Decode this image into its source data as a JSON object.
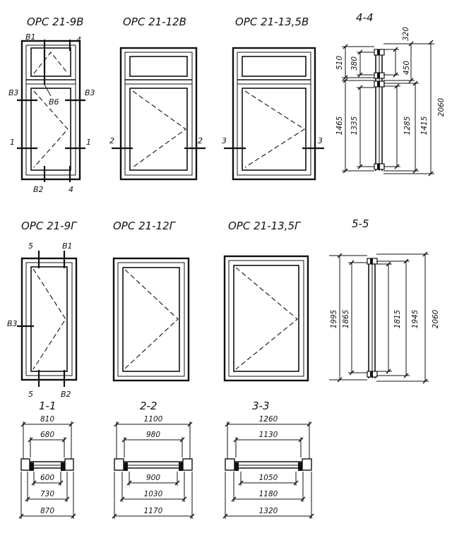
{
  "titles": {
    "w9v": "ОРС 21-9В",
    "w12v": "ОРС 21-12В",
    "w135v": "ОРС 21-13,5В",
    "s44": "4-4",
    "w9g": "ОРС 21-9Г",
    "w12g": "ОРС 21-12Г",
    "w135g": "ОРС 21-13,5Г",
    "s55": "5-5",
    "s11": "1-1",
    "s22": "2-2",
    "s33": "3-3"
  },
  "marks": {
    "w9v": {
      "b1": "В1",
      "n4a": "4",
      "b3l": "В3",
      "b3r": "В3",
      "b6": "В6",
      "n1l": "1",
      "n1r": "1",
      "b2": "В2",
      "n4b": "4"
    },
    "w12v": {
      "l": "2",
      "r": "2"
    },
    "w135v": {
      "l": "3",
      "r": "3"
    },
    "w9g": {
      "n5a": "5",
      "b1": "В1",
      "b3": "В3",
      "n5b": "5",
      "b2": "В2"
    }
  },
  "dims": {
    "s44": {
      "d510": "510",
      "d380": "380",
      "d320": "320",
      "d450": "450",
      "d1465": "1465",
      "d1335": "1335",
      "d1285": "1285",
      "d1415": "1415",
      "d2060": "2060"
    },
    "s55": {
      "d1995": "1995",
      "d1865": "1865",
      "d1815": "1815",
      "d1945": "1945",
      "d2060": "2060"
    },
    "s11": {
      "top1": "810",
      "top2": "680",
      "bot1": "600",
      "bot2": "730",
      "bot3": "870"
    },
    "s22": {
      "top1": "1100",
      "top2": "980",
      "bot1": "900",
      "bot2": "1030",
      "bot3": "1170"
    },
    "s33": {
      "top1": "1260",
      "top2": "1130",
      "bot1": "1050",
      "bot2": "1180",
      "bot3": "1320"
    }
  }
}
